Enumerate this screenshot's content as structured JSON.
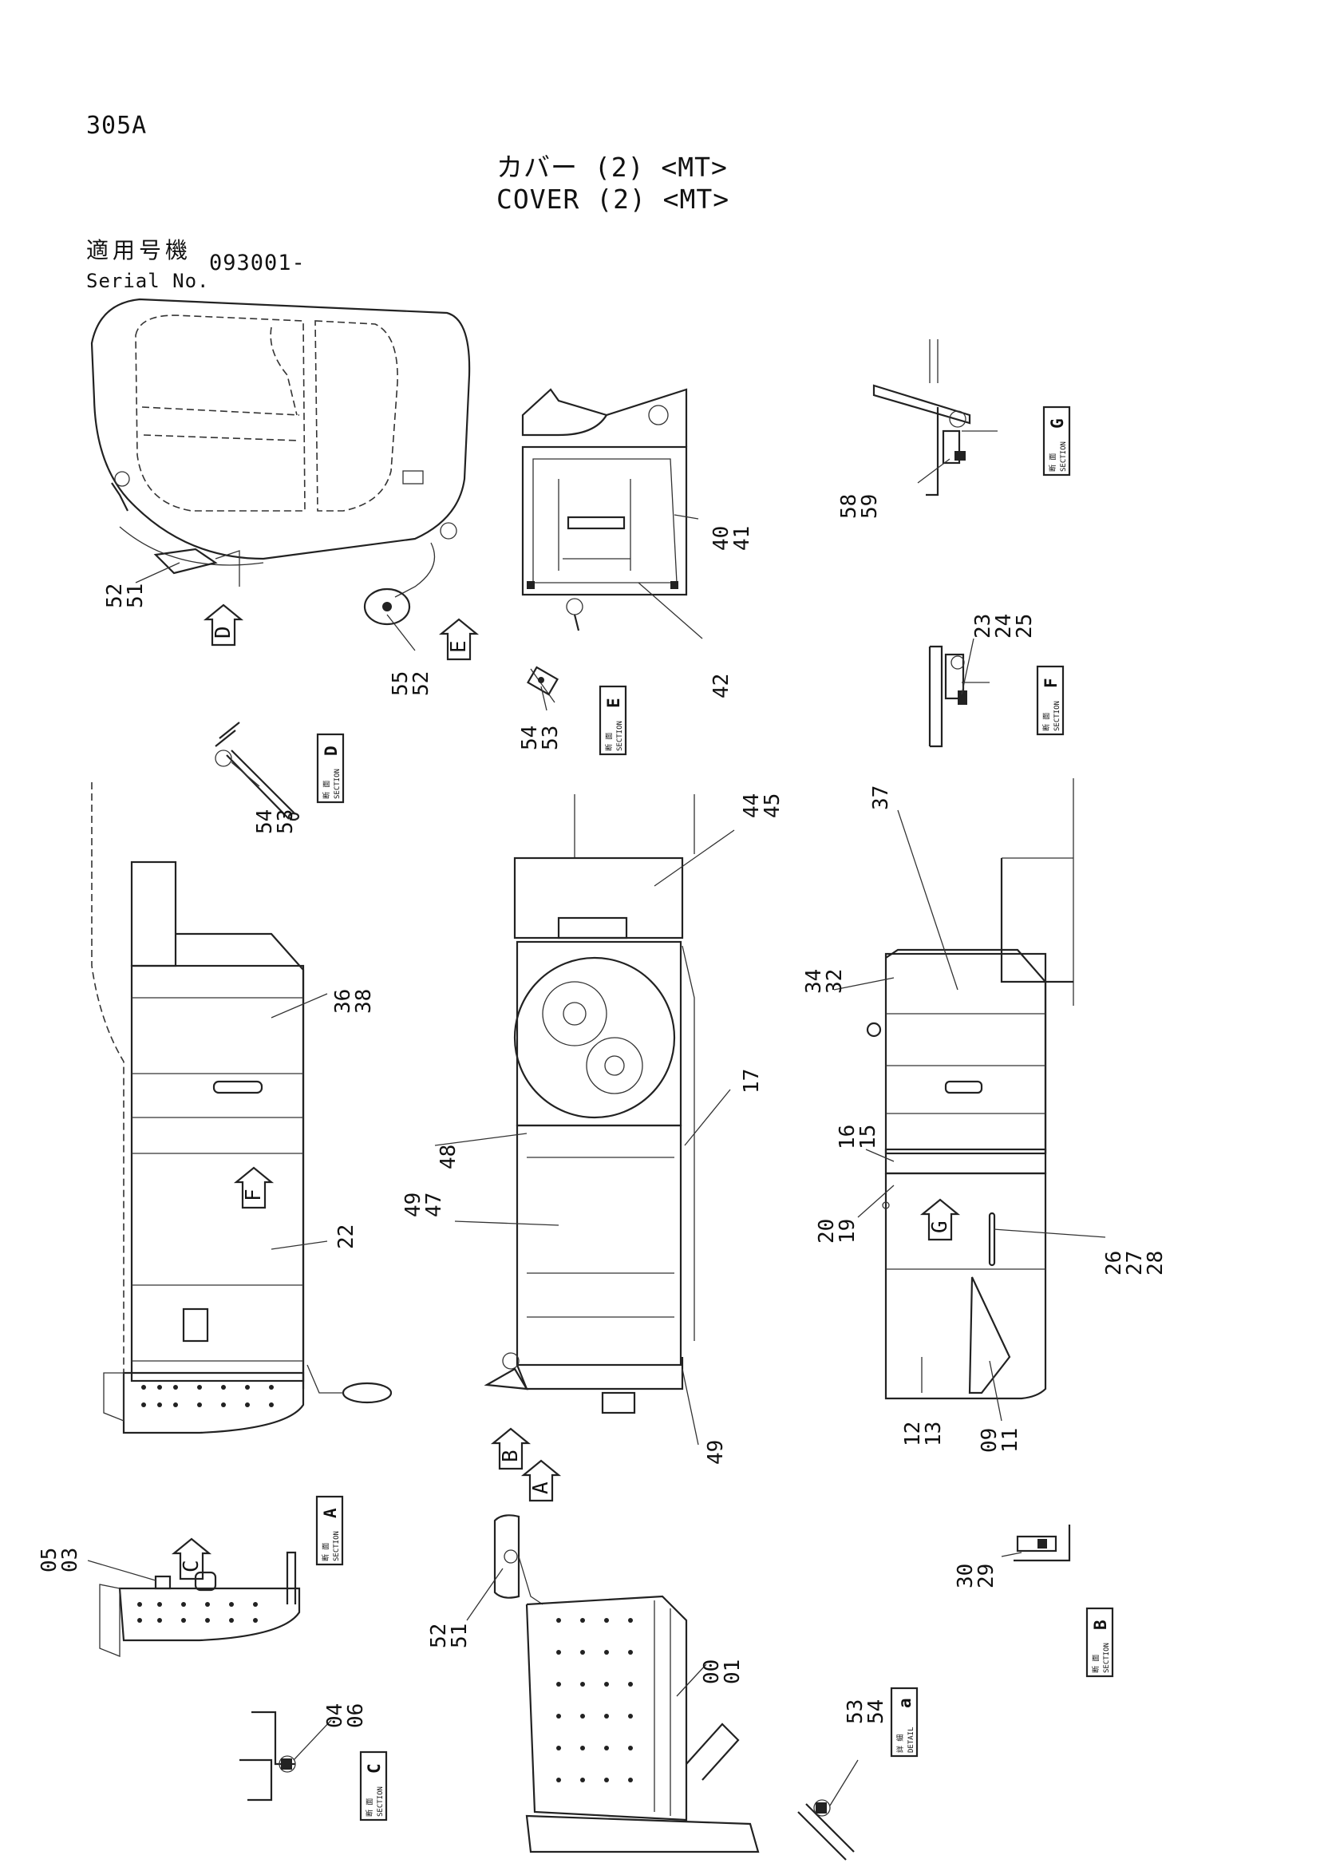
{
  "header": {
    "page_code": "305A",
    "title_jp": "カバー (2) <MT>",
    "title_en": "COVER (2) <MT>",
    "serial_label_jp": "適用号機",
    "serial_label_en": "Serial No.",
    "serial_value": "093001-"
  },
  "section_tags": [
    {
      "letter": "G",
      "word": "SECTION"
    },
    {
      "letter": "E",
      "word": "SECTION"
    },
    {
      "letter": "F",
      "word": "SECTION"
    },
    {
      "letter": "D",
      "word": "SECTION"
    },
    {
      "letter": "A",
      "word": "SECTION"
    },
    {
      "letter": "C",
      "word": "SECTION"
    },
    {
      "letter": "B",
      "word": "SECTION"
    },
    {
      "letter": "a",
      "word": "DETAIL"
    }
  ],
  "view_arrows": [
    "D",
    "E",
    "F",
    "G",
    "B",
    "A",
    "C"
  ],
  "part_labels": [
    "52",
    "51",
    "55",
    "52",
    "40",
    "41",
    "42",
    "58",
    "59",
    "23",
    "24",
    "25",
    "54",
    "53",
    "54",
    "53",
    "44",
    "45",
    "37",
    "36",
    "38",
    "34",
    "32",
    "17",
    "48",
    "16",
    "15",
    "49",
    "47",
    "20",
    "19",
    "22",
    "26",
    "27",
    "28",
    "49",
    "12",
    "13",
    "09",
    "11",
    "05",
    "03",
    "30",
    "29",
    "52",
    "51",
    "00",
    "01",
    "53",
    "54",
    "04",
    "06"
  ]
}
